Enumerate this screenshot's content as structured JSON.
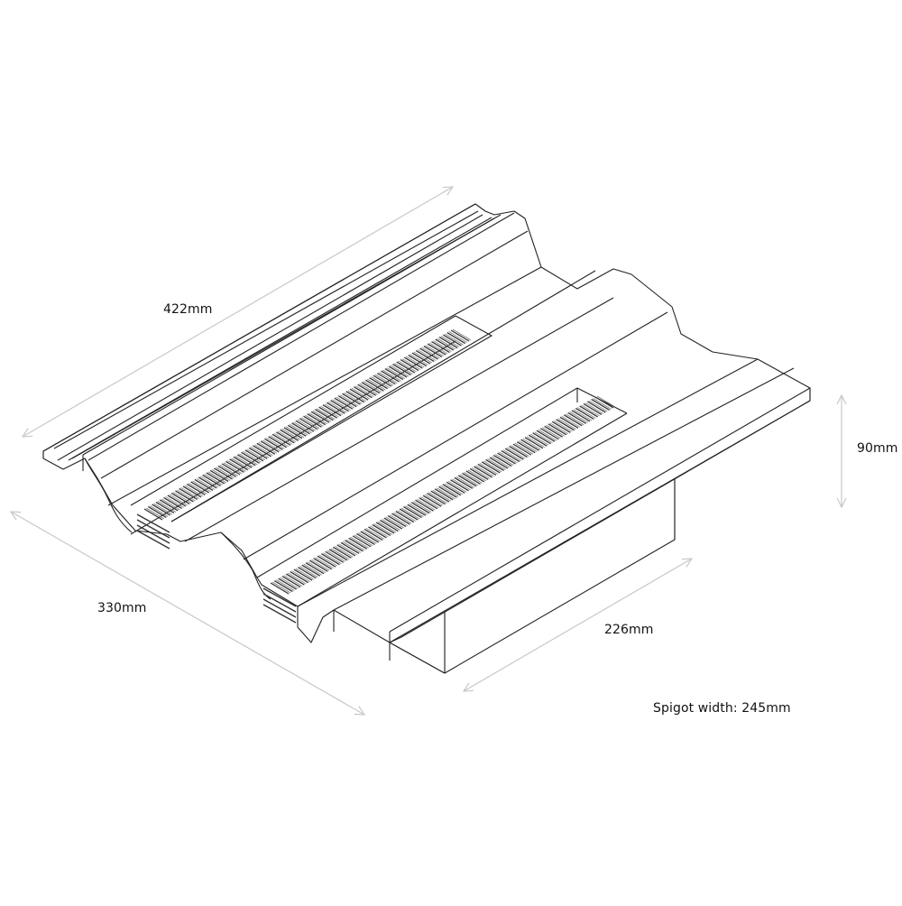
{
  "diagram": {
    "type": "isometric technical line drawing",
    "subject": "ridged roof tile vent with slotted grilles and underside spigot",
    "colors": {
      "line": "#222222",
      "dimension_line": "#c8c8c8",
      "background": "#ffffff",
      "text": "#111111"
    }
  },
  "dimensions": {
    "length": {
      "label": "422mm"
    },
    "width": {
      "label": "330mm"
    },
    "height": {
      "label": "90mm"
    },
    "spigot_length": {
      "label": "226mm"
    },
    "spigot_width_note": {
      "label": "Spigot width: 245mm"
    }
  },
  "components": [
    {
      "name": "tile-body"
    },
    {
      "name": "interlock-ridges"
    },
    {
      "name": "vent-grille-upper"
    },
    {
      "name": "vent-grille-lower"
    },
    {
      "name": "nose-lip"
    },
    {
      "name": "spigot"
    }
  ]
}
